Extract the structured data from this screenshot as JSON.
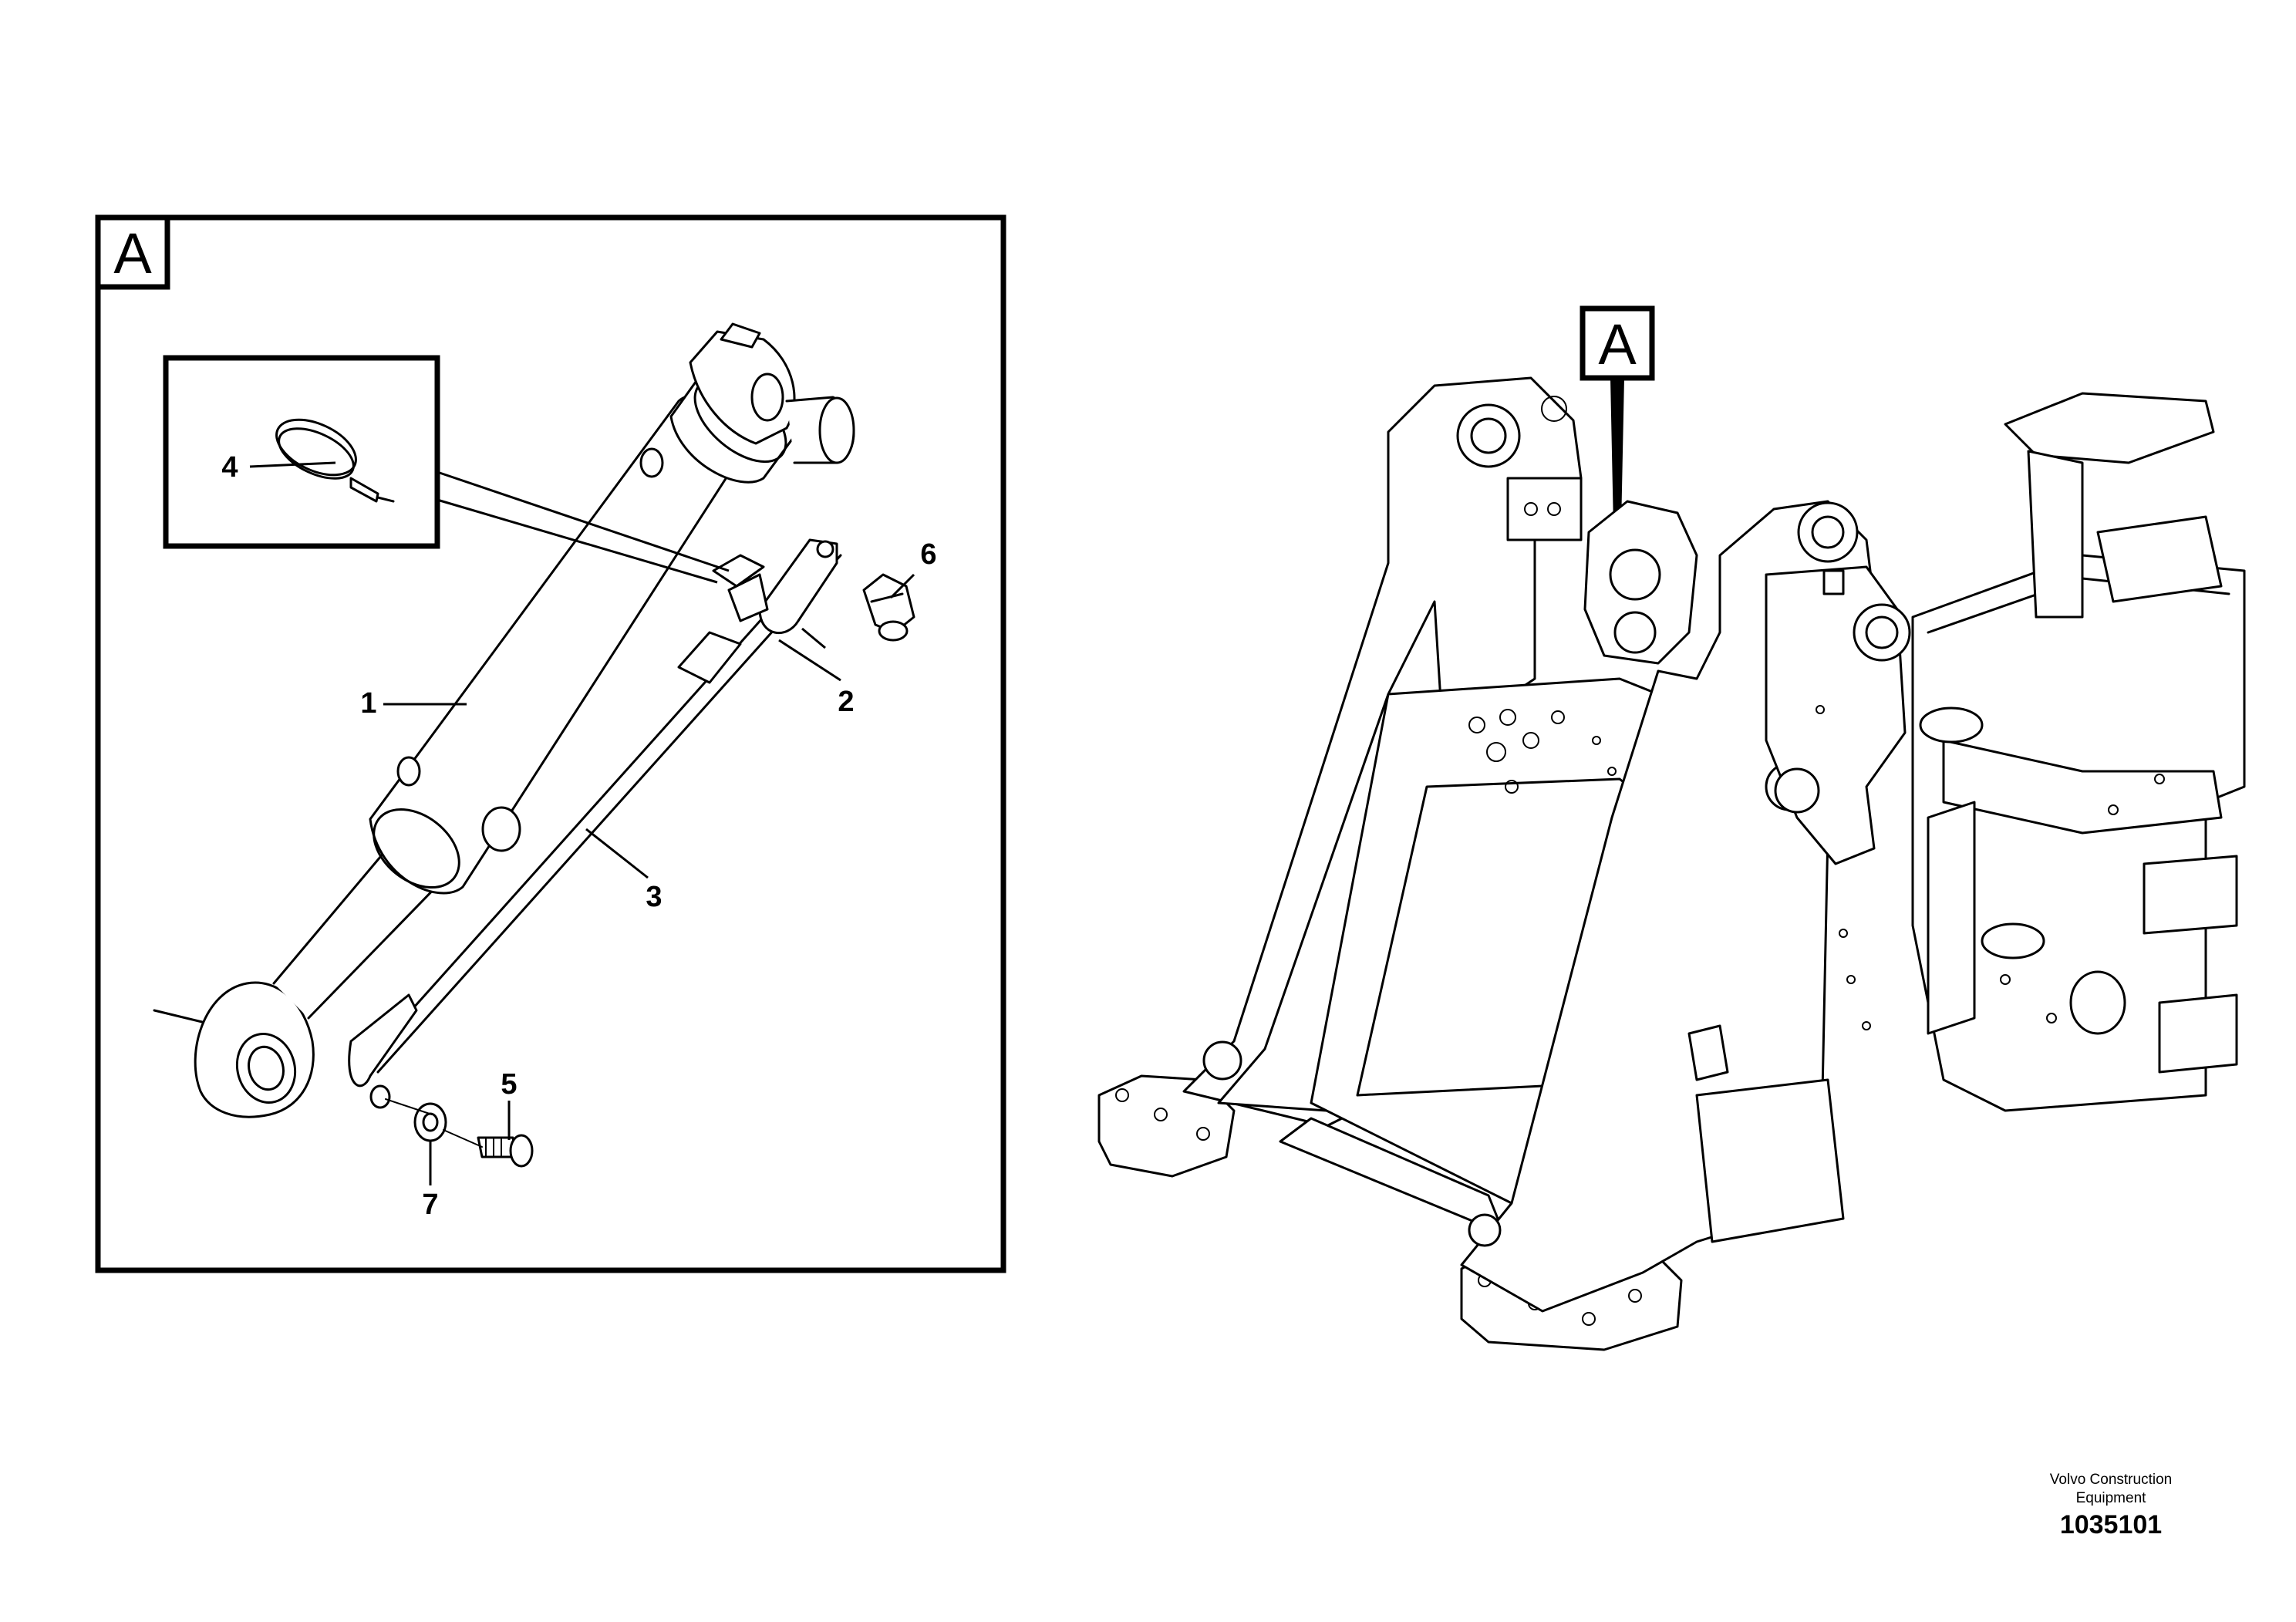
{
  "detail_view": {
    "letter": "A",
    "callouts": [
      {
        "id": "1",
        "label": "1"
      },
      {
        "id": "2",
        "label": "2"
      },
      {
        "id": "3",
        "label": "3"
      },
      {
        "id": "4",
        "label": "4"
      },
      {
        "id": "5",
        "label": "5"
      },
      {
        "id": "6",
        "label": "6"
      },
      {
        "id": "7",
        "label": "7"
      }
    ]
  },
  "overview": {
    "view_marker": "A"
  },
  "footer": {
    "brand_line1": "Volvo Construction",
    "brand_line2": "Equipment",
    "drawing_number": "1035101"
  }
}
